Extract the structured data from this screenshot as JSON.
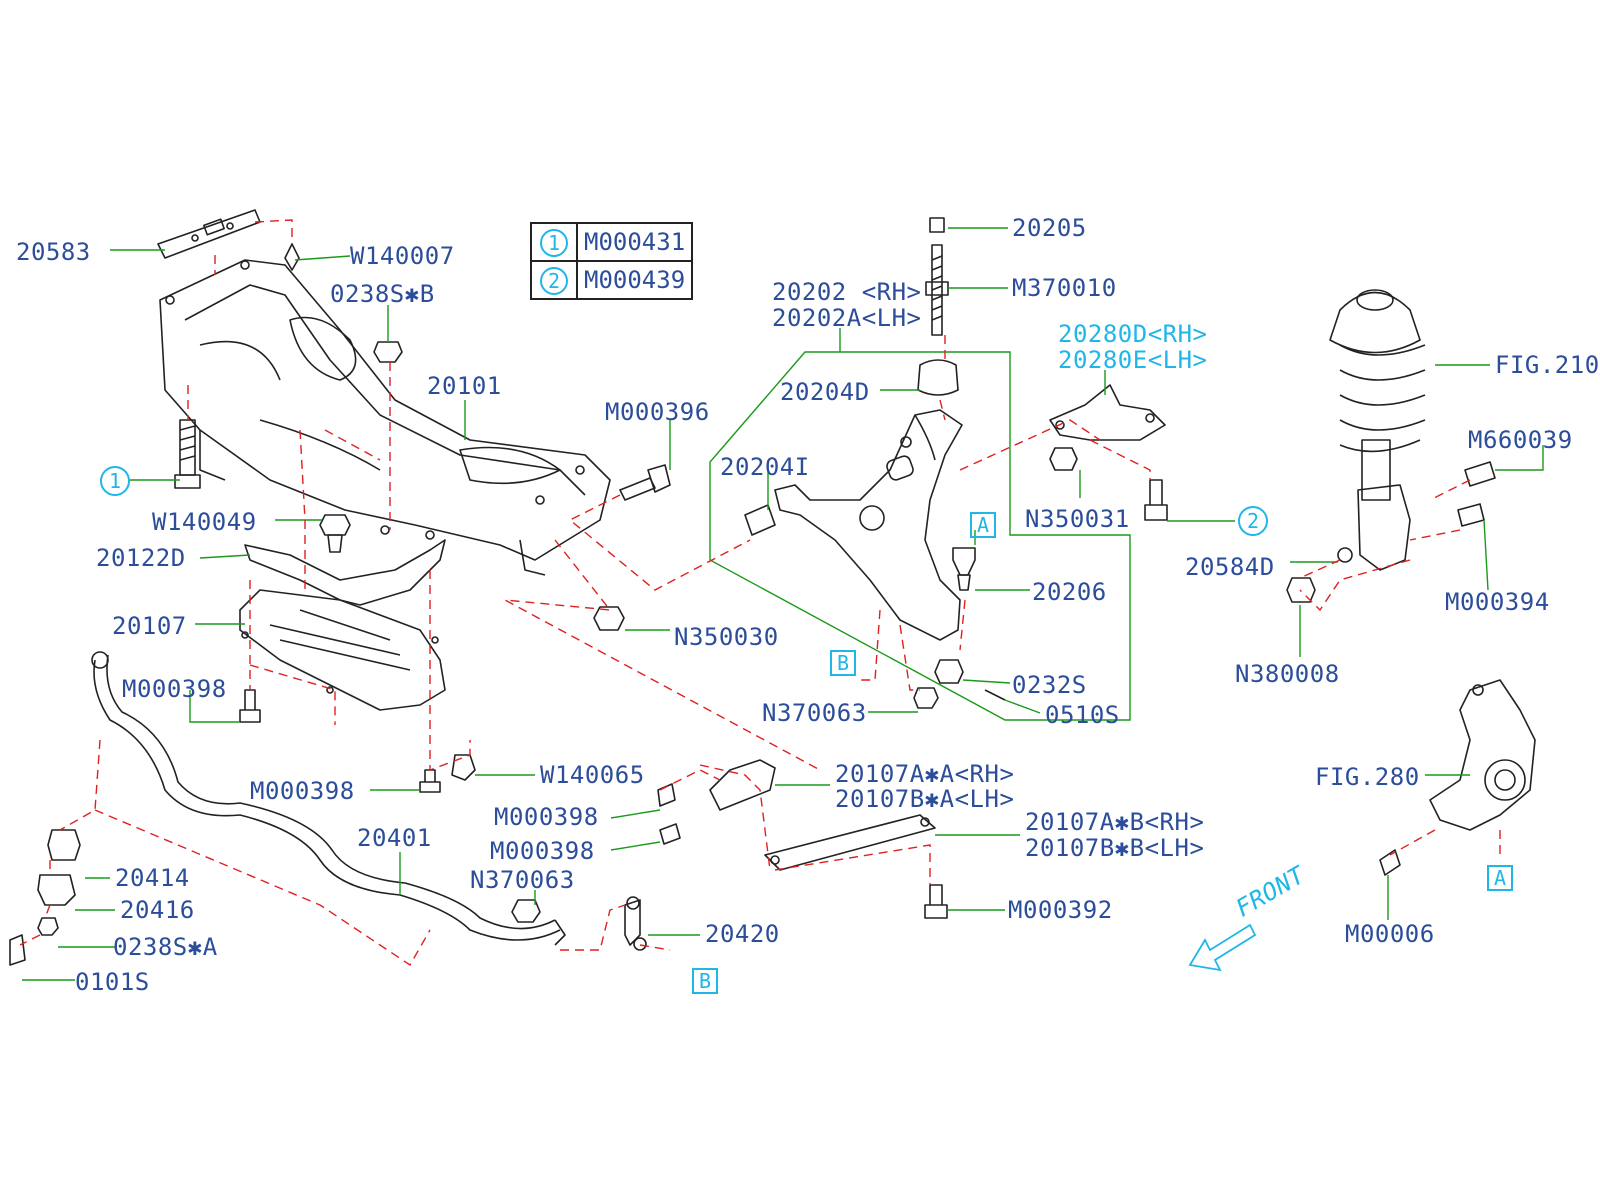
{
  "reference_table": {
    "rows": [
      {
        "marker": "1",
        "code": "M000431"
      },
      {
        "marker": "2",
        "code": "M000439"
      }
    ]
  },
  "labels": {
    "p20583": "20583",
    "w140007": "W140007",
    "p0238s_b": "0238S✱B",
    "p20101": "20101",
    "m000396": "M000396",
    "marker1": "1",
    "w140049": "W140049",
    "p20122d": "20122D",
    "p20107": "20107",
    "n350030": "N350030",
    "m000398_a": "M000398",
    "m000398_b": "M000398",
    "w140065": "W140065",
    "m000398_c": "M000398",
    "m000398_d": "M000398",
    "n370063_a": "N370063",
    "p20401": "20401",
    "p20414": "20414",
    "p20416": "20416",
    "p0238s_a": "0238S✱A",
    "p0101s": "0101S",
    "p20420": "20420",
    "box_b_lower": "B",
    "p20205": "20205",
    "p20202": "20202 <RH>",
    "p20202a": "20202A<LH>",
    "m370010": "M370010",
    "p20204d": "20204D",
    "p20204i": "20204I",
    "box_a_upper": "A",
    "p20206": "20206",
    "box_b_upper": "B",
    "n370063_b": "N370063",
    "p0232s": "0232S",
    "p0510s": "0510S",
    "p20280d": "20280D<RH>",
    "p20280e": "20280E<LH>",
    "n350031": "N350031",
    "marker2": "2",
    "p20107a_a": "20107A✱A<RH>",
    "p20107b_a": "20107B✱A<LH>",
    "p20107a_b": "20107A✱B<RH>",
    "p20107b_b": "20107B✱B<LH>",
    "m000392": "M000392",
    "fig210": "FIG.210",
    "m660039": "M660039",
    "p20584d": "20584D",
    "m000394": "M000394",
    "n380008": "N380008",
    "fig280": "FIG.280",
    "box_a_lower": "A",
    "m00006": "M00006",
    "front": "FRONT"
  },
  "colors": {
    "part_code": "#2b4d9a",
    "callout": "#1fb6e8",
    "leader": "#1a9a1a",
    "dashed": "#e02020",
    "outline": "#222222"
  }
}
